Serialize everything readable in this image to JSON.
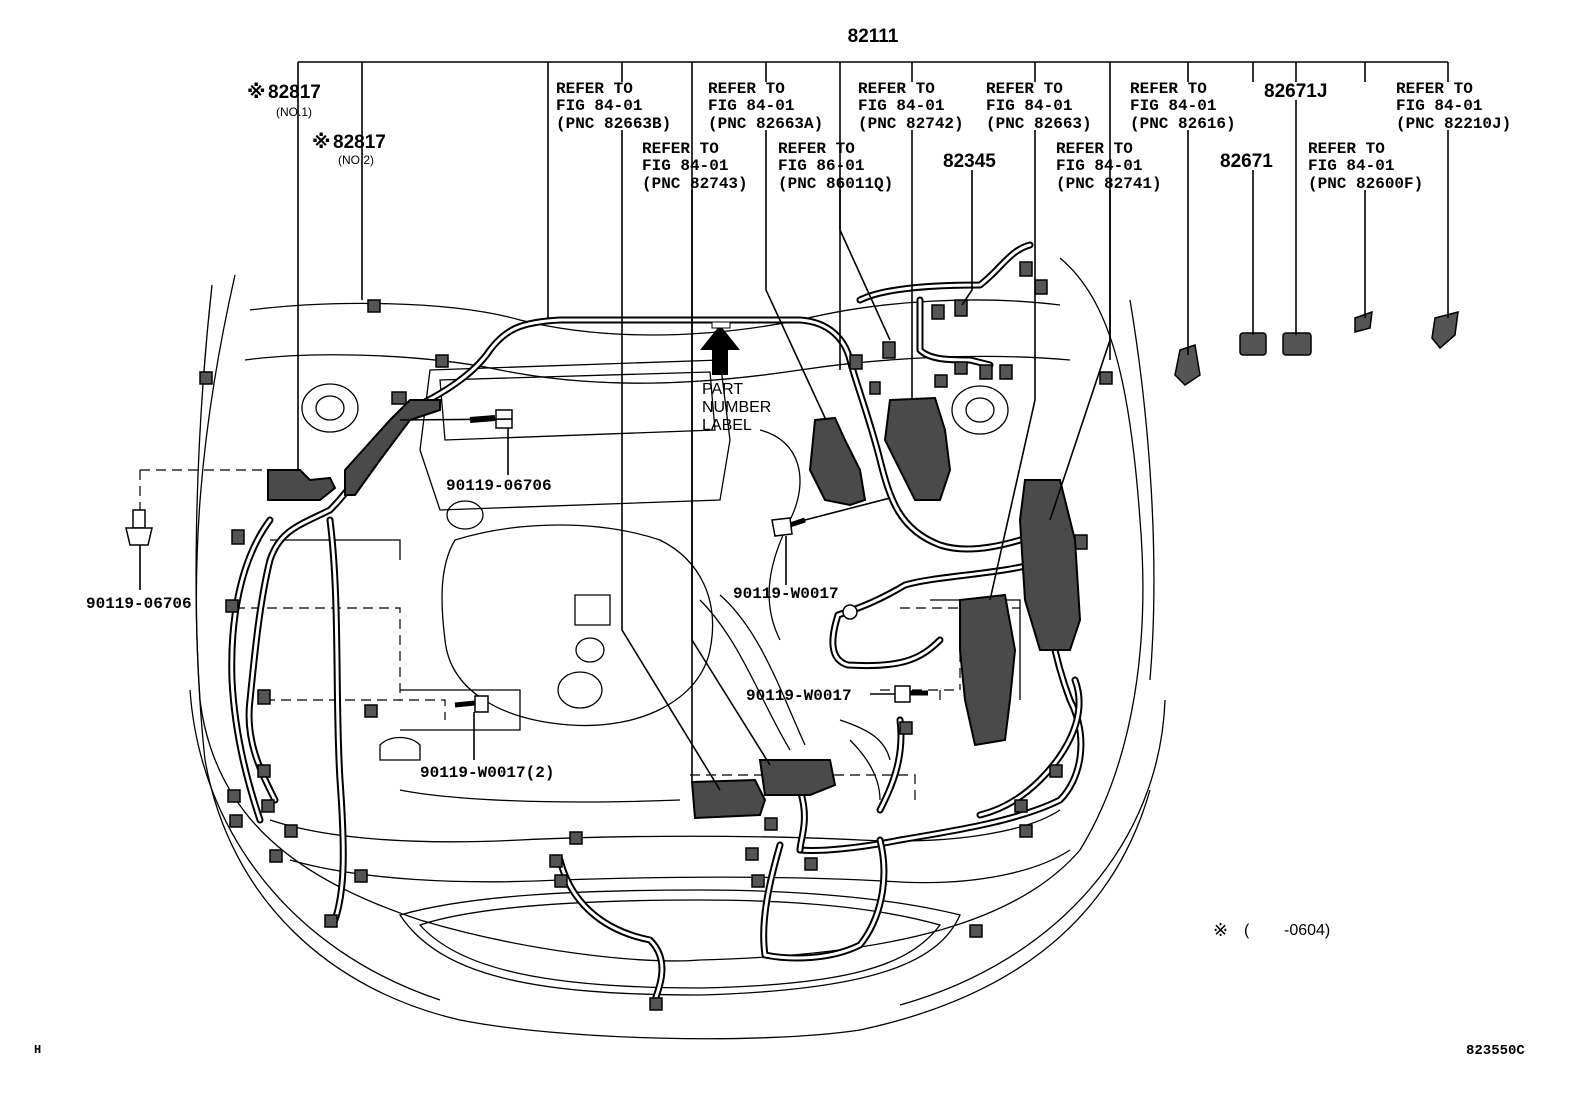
{
  "diagram": {
    "main_part": "82111",
    "parts": {
      "p82817_no1": {
        "mark": "※",
        "number": "82817",
        "sub": "(NO.1)"
      },
      "p82817_no2": {
        "mark": "※",
        "number": "82817",
        "sub": "(NO.2)"
      },
      "p82345": "82345",
      "p82671": "82671",
      "p82671J": "82671J"
    },
    "refer_labels": {
      "r82663B": [
        "REFER TO",
        "FIG 84-01",
        "(PNC 82663B)"
      ],
      "r82663A": [
        "REFER TO",
        "FIG 84-01",
        "(PNC 82663A)"
      ],
      "r82742": [
        "REFER TO",
        "FIG 84-01",
        "(PNC 82742)"
      ],
      "r82663": [
        "REFER TO",
        "FIG 84-01",
        "(PNC 82663)"
      ],
      "r82616": [
        "REFER TO",
        "FIG 84-01",
        "(PNC 82616)"
      ],
      "r82210J": [
        "REFER TO",
        "FIG 84-01",
        "(PNC 82210J)"
      ],
      "r82743": [
        "REFER TO",
        "FIG 84-01",
        "(PNC 82743)"
      ],
      "r86011Q": [
        "REFER TO",
        "FIG 86-01",
        "(PNC 86011Q)"
      ],
      "r82741": [
        "REFER TO",
        "FIG 84-01",
        "(PNC 82741)"
      ],
      "r82600F": [
        "REFER TO",
        "FIG 84-01",
        "(PNC 82600F)"
      ]
    },
    "bolts": {
      "b1": "90119-06706",
      "b2": "90119-06706",
      "b3": "90119-W0017",
      "b4": "90119-W0017",
      "b5": "90119-W0017(2)"
    },
    "part_number_label": [
      "PART",
      "NUMBER",
      "LABEL"
    ],
    "note": {
      "mark": "※",
      "paren_open": "(",
      "code": "-0604)"
    },
    "corner_left": "H",
    "corner_right": "823550C"
  }
}
